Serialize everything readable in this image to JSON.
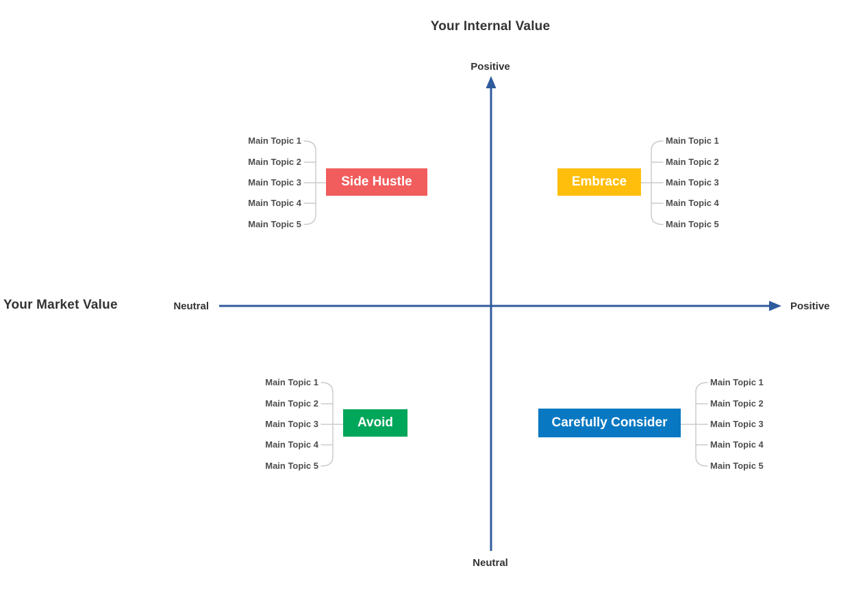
{
  "diagram": {
    "title": "Your Internal Value",
    "x_axis_title": "Your Market Value",
    "axis_labels": {
      "y_top": "Positive",
      "y_bottom": "Neutral",
      "x_left": "Neutral",
      "x_right": "Positive"
    },
    "colors": {
      "axis": "#2F5B9D",
      "connector": "#CBCBCB",
      "heading_text": "#333333",
      "topic_text": "#4D4D4D"
    },
    "quadrants": [
      {
        "position": "top-left",
        "label": "Side Hustle",
        "color": "#F15C5C",
        "topics": [
          "Main Topic 1",
          "Main Topic 2",
          "Main Topic 3",
          "Main Topic 4",
          "Main Topic 5"
        ]
      },
      {
        "position": "top-right",
        "label": "Embrace",
        "color": "#FFBE0B",
        "topics": [
          "Main Topic 1",
          "Main Topic 2",
          "Main Topic 3",
          "Main Topic 4",
          "Main Topic 5"
        ]
      },
      {
        "position": "bottom-left",
        "label": "Avoid",
        "color": "#00A65A",
        "topics": [
          "Main Topic 1",
          "Main Topic 2",
          "Main Topic 3",
          "Main Topic 4",
          "Main Topic 5"
        ]
      },
      {
        "position": "bottom-right",
        "label": "Carefully Consider",
        "color": "#0878C2",
        "topics": [
          "Main Topic 1",
          "Main Topic 2",
          "Main Topic 3",
          "Main Topic 4",
          "Main Topic 5"
        ]
      }
    ]
  }
}
